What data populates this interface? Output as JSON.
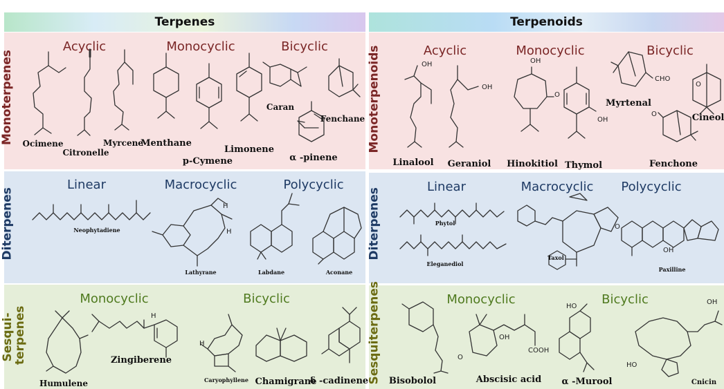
{
  "left": {
    "title": "Terpenes",
    "rows": {
      "mono": "Monoterpenes",
      "di": "Diterpenes",
      "ses_line1": "Sesqui-",
      "ses_line2": "terpenes"
    },
    "subs": {
      "acyclic": "Acyclic",
      "monocyclic": "Monocyclic",
      "bicyclic": "Bicyclic",
      "linear": "Linear",
      "macrocyclic": "Macrocyclic",
      "polycyclic": "Polycyclic",
      "ses_mono": "Monocyclic",
      "ses_bi": "Bicyclic"
    },
    "compounds": {
      "ocimene": "Ocimene",
      "citronelle": "Citronelle",
      "myrcene": "Myrcene",
      "menthane": "Menthane",
      "pcymene": "p-Cymene",
      "limonene": "Limonene",
      "caran": "Caran",
      "fenchane": "Fenchane",
      "apinene": "α -pinene",
      "neophytadiene": "Neophytadiene",
      "lathyrane": "Lathyrane",
      "labdane": "Labdane",
      "aconane": "Aconane",
      "humulene": "Humulene",
      "zingiberene": "Zingiberene",
      "caryophyllene": "Caryophyllene",
      "chamigrane": "Chamigrane",
      "cadinene": "δ -cadinene"
    },
    "atoms": {
      "h1": "H",
      "h2": "H",
      "h3": "H",
      "h4": "H"
    }
  },
  "right": {
    "title": "Terpenoids",
    "rows": {
      "mono": "Monoterpenoids",
      "di": "Diterpenes",
      "ses": "Sesquiterpenes"
    },
    "subs": {
      "acyclic": "Acyclic",
      "monocyclic": "Monocyclic",
      "bicyclic": "Bicyclic",
      "linear": "Linear",
      "macrocyclic": "Macrocyclic",
      "polycyclic": "Polycyclic",
      "ses_mono": "Monocyclic",
      "ses_bi": "Bicyclic"
    },
    "compounds": {
      "linalool": "Linalool",
      "geraniol": "Geraniol",
      "hinokitiol": "Hinokitiol",
      "thymol": "Thymol",
      "myrtenal": "Myrtenal",
      "fenchone": "Fenchone",
      "cineol": "Cineol",
      "phytol": "Phytol",
      "eleganediol": "Eleganediol",
      "taxol": "Taxol",
      "paxilline": "Paxilline",
      "bisobolol": "Bisobolol",
      "abscisic": "Abscisic acid",
      "murool": "α -Murool",
      "cnicin": "Cnicin"
    },
    "atoms": {
      "oh1": "OH",
      "oh2": "OH",
      "oh3": "OH",
      "o1": "O",
      "oh4": "OH",
      "cho": "CHO",
      "o2": "O",
      "o3": "O",
      "oh5": "OH",
      "cooh": "COOH",
      "o4": "O",
      "ho1": "HO",
      "ho2": "HO",
      "oh6": "OH",
      "o5": "O",
      "oh7": "OH"
    }
  }
}
